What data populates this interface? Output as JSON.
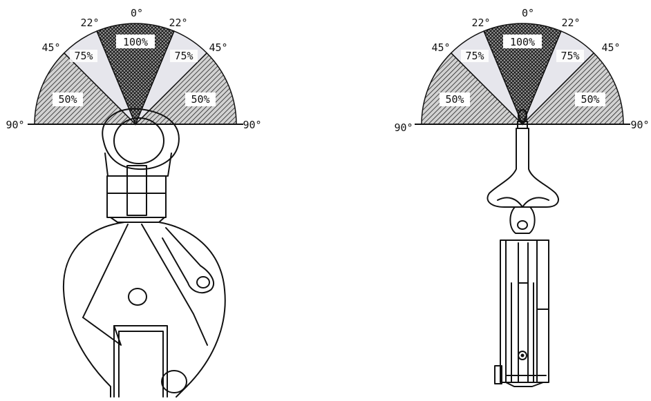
{
  "left_diagram": {
    "angles": {
      "top": "0°",
      "upper_left": "22°",
      "upper_right": "22°",
      "mid_left": "45°",
      "mid_right": "45°",
      "low_left": "90°",
      "low_right": "90°"
    },
    "capacities": {
      "center": "100%",
      "inner_left": "75%",
      "inner_right": "75%",
      "outer_left": "50%",
      "outer_right": "50%"
    }
  },
  "right_diagram": {
    "angles": {
      "top": "0°",
      "upper_left": "22°",
      "upper_right": "22°",
      "mid_left": "45°",
      "mid_right": "45°",
      "low_left": "90°",
      "low_right": "90°"
    },
    "capacities": {
      "center": "100%",
      "inner_left": "75%",
      "inner_right": "75%",
      "outer_left": "50%",
      "outer_right": "50%"
    }
  },
  "colors": {
    "ink": "#111111",
    "light_zone": "#e6e6ec",
    "paper": "#ffffff"
  }
}
